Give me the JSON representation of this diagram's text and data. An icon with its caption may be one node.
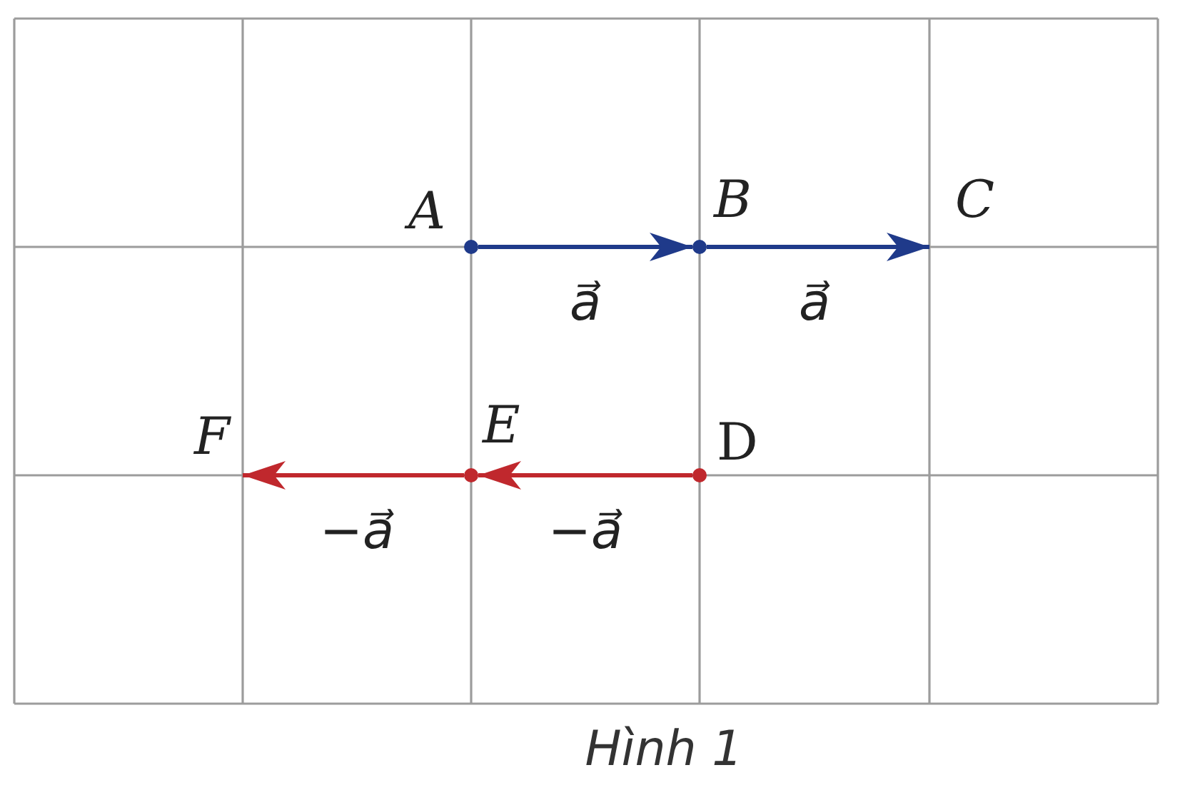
{
  "diagram": {
    "caption": "Hình 1",
    "nodes": [
      {
        "text": [
          "A"
        ]
      },
      {
        "text": [
          "B"
        ]
      },
      {
        "text": [
          "C"
        ]
      },
      {
        "text": [
          "D"
        ]
      },
      {
        "text": [
          "E"
        ]
      },
      {
        "text": [
          "F"
        ]
      }
    ],
    "edges": [
      {
        "from": 0,
        "to": 1,
        "arrow": "to",
        "label": "a⃗",
        "color": "#1f3a8a"
      },
      {
        "from": 1,
        "to": 2,
        "arrow": "to",
        "label": "a⃗",
        "color": "#1f3a8a"
      },
      {
        "from": 3,
        "to": 4,
        "arrow": "to",
        "label": "−a⃗",
        "color": "#c0282d"
      },
      {
        "from": 4,
        "to": 5,
        "arrow": "to",
        "label": "−a⃗",
        "color": "#c0282d"
      }
    ]
  }
}
